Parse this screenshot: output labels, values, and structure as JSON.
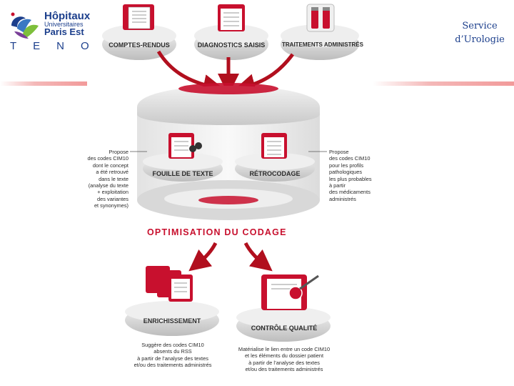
{
  "logo": {
    "line1": "Hôpitaux",
    "line2": "Universitaires",
    "line3": "Paris Est",
    "site": "TENON"
  },
  "service": {
    "line1": "Service",
    "line2": "d’Urologie"
  },
  "sources": [
    {
      "label": "COMPTES-RENDUS",
      "icon": "report-folder-icon"
    },
    {
      "label": "DIAGNOSTICS SAISIS",
      "icon": "form-list-icon"
    },
    {
      "label": "TRAITEMENTS ADMINISTRÉS",
      "icon": "medication-vials-icon"
    }
  ],
  "engine": {
    "fouille": "FOUILLE DE TEXTE",
    "retro": "RÉTROCODAGE",
    "note_left": "Propose\ndes codes CIM10\ndont le concept\na été retrouvé\ndans le texte\n(analyse du texte\n+ exploitation\ndes variantes\net synonymes)",
    "note_right": "Propose\ndes codes CIM10\npour les profils\npathologiques\nles plus probables\nà partir\ndes médicaments\nadministrés"
  },
  "title": "OPTIMISATION DU CODAGE",
  "outputs": [
    {
      "label": "ENRICHISSEMENT",
      "note": "Suggère des codes CIM10\nabsents du RSS\nà partir de l’analyse des textes\net/ou des traitements administrés"
    },
    {
      "label": "CONTRÔLE QUALITÉ",
      "note": "Matérialise le lien entre un code CIM10\net les éléments du dossier patient\nà partir de l’analyse des textes\net/ou des traitements administrés"
    }
  ],
  "colors": {
    "accent": "#c8102e",
    "navy": "#1c3f8c",
    "pill": "#e4e4e4"
  }
}
